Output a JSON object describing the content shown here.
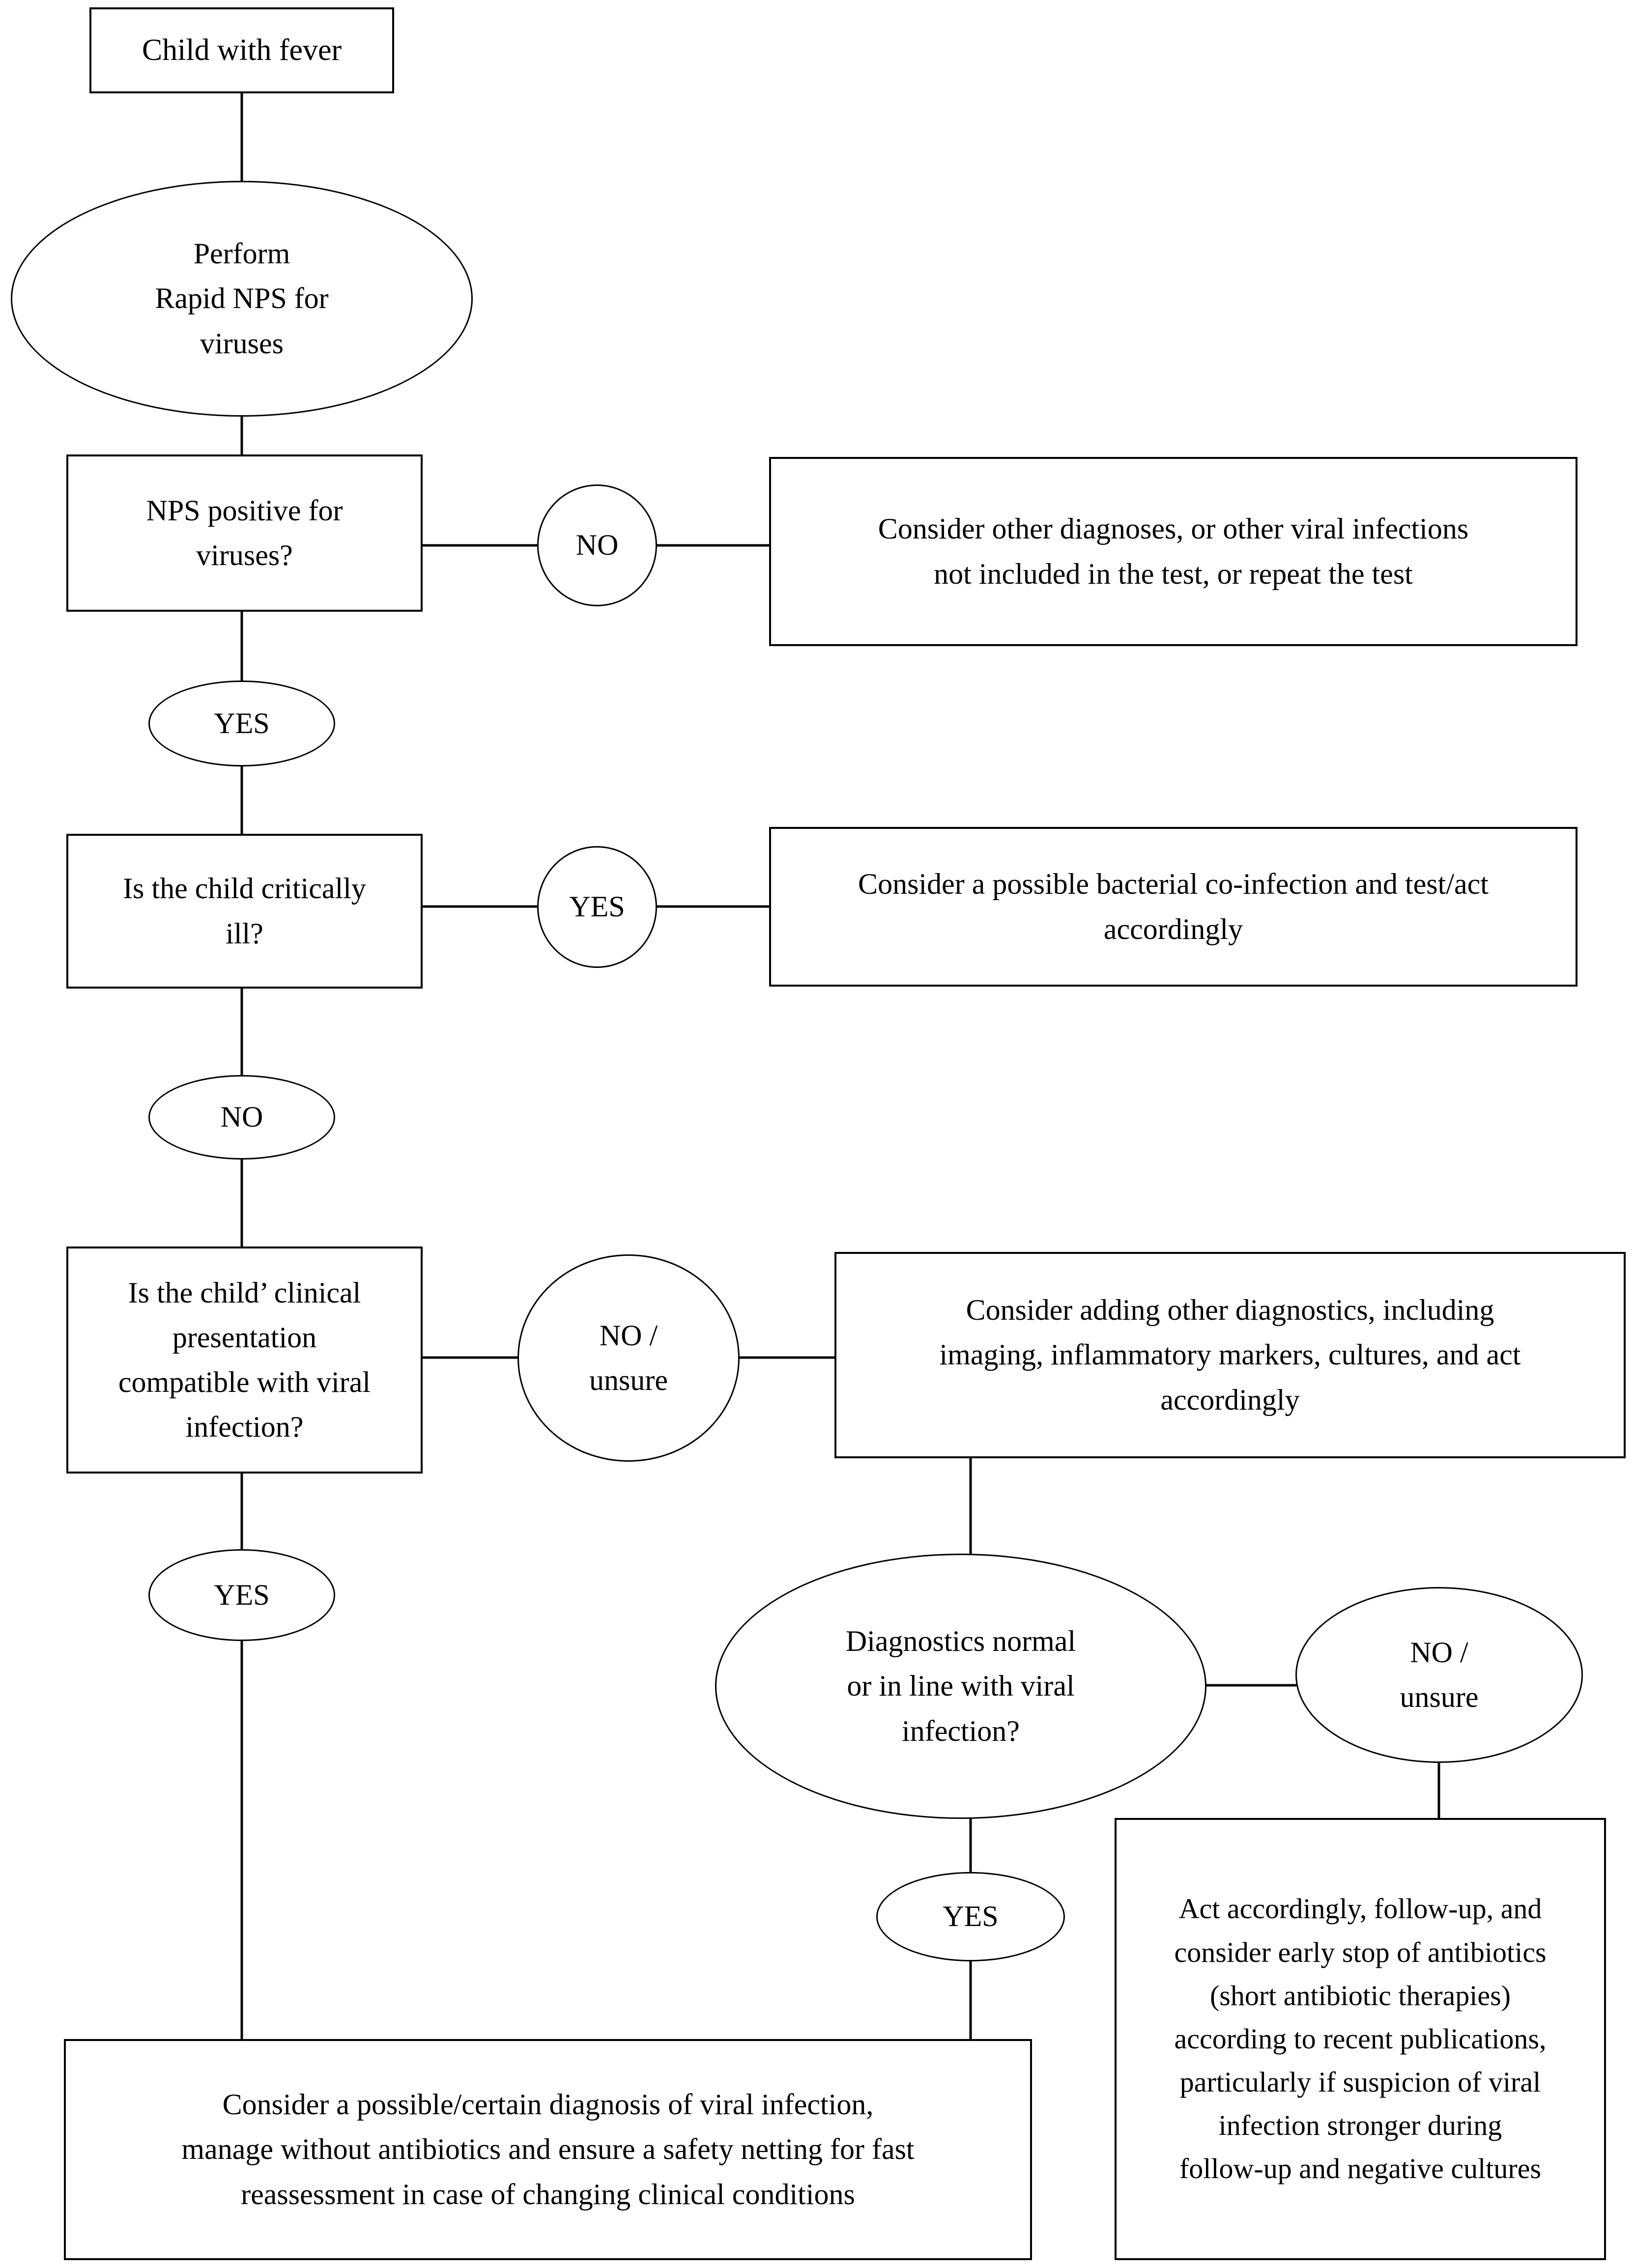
{
  "diagram": {
    "title": "Clinical decision flowchart for a child with fever and rapid NPS viral testing",
    "stroke_color": "#000000",
    "background_color": "#ffffff"
  },
  "nodes": {
    "start": {
      "label": "Child with fever",
      "shape": "rectangle"
    },
    "perform_nps": {
      "label": "Perform\nRapid NPS for\nviruses",
      "shape": "ellipse"
    },
    "nps_positive": {
      "label": "NPS positive for\nviruses?",
      "shape": "rectangle"
    },
    "nps_no": {
      "label": "NO",
      "shape": "ellipse"
    },
    "other_diagnoses": {
      "label": "Consider other diagnoses, or other viral infections\nnot included in the test, or repeat the test",
      "shape": "rectangle"
    },
    "nps_yes": {
      "label": "YES",
      "shape": "ellipse"
    },
    "critically_ill": {
      "label": "Is the child critically\nill?",
      "shape": "rectangle"
    },
    "critically_ill_yes": {
      "label": "YES",
      "shape": "ellipse"
    },
    "bacterial_coinfection": {
      "label": "Consider a possible bacterial co-infection and test/act\naccordingly",
      "shape": "rectangle"
    },
    "critically_ill_no": {
      "label": "NO",
      "shape": "ellipse"
    },
    "clinical_presentation": {
      "label": "Is the child’ clinical\npresentation\ncompatible with viral\ninfection?",
      "shape": "rectangle"
    },
    "presentation_no_unsure": {
      "label": "NO /\nunsure",
      "shape": "ellipse"
    },
    "add_diagnostics": {
      "label": "Consider adding other diagnostics, including\nimaging, inflammatory markers, cultures, and act\naccordingly",
      "shape": "rectangle"
    },
    "presentation_yes": {
      "label": "YES",
      "shape": "ellipse"
    },
    "diagnostics_normal": {
      "label": "Diagnostics normal\nor in line with viral\ninfection?",
      "shape": "ellipse"
    },
    "diagnostics_no_unsure": {
      "label": "NO /\nunsure",
      "shape": "ellipse"
    },
    "diagnostics_yes": {
      "label": "YES",
      "shape": "ellipse"
    },
    "act_accordingly": {
      "label": "Act accordingly, follow-up, and\nconsider early stop of antibiotics\n(short antibiotic therapies)\naccording to recent publications,\nparticularly if suspicion of viral\ninfection stronger during\nfollow-up and negative cultures",
      "shape": "rectangle"
    },
    "viral_diagnosis": {
      "label": "Consider a possible/certain diagnosis of viral infection,\nmanage without antibiotics and ensure a safety netting for fast\nreassessment in case of changing clinical conditions",
      "shape": "rectangle"
    }
  }
}
